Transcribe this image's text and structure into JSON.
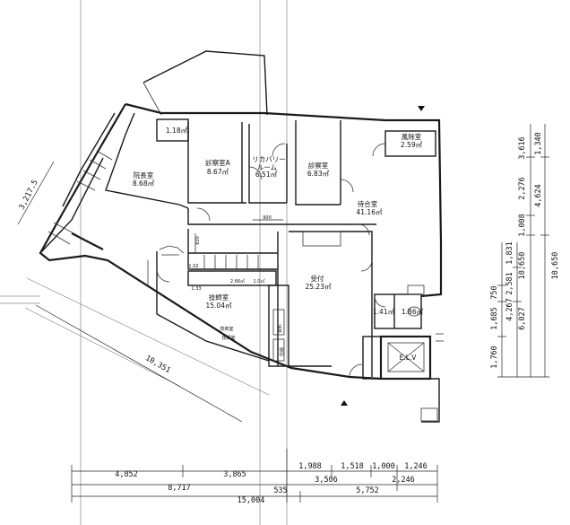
{
  "rooms": {
    "small_room": {
      "area": "1.18㎡"
    },
    "director": {
      "name": "院長室",
      "area": "8.68㎡"
    },
    "exam_a": {
      "name": "診察室A",
      "area": "8.67㎡"
    },
    "recovery": {
      "name_line1": "リカバリー",
      "name_line2": "ルーム",
      "area": "6.51㎡"
    },
    "exam_b": {
      "name": "診察室",
      "area": "6.83㎡"
    },
    "storage": {
      "name": "風除室",
      "area": "2.59㎡"
    },
    "waiting": {
      "name": "待合室",
      "area": "41.16㎡"
    },
    "reception": {
      "name": "受付",
      "area": "25.23㎡"
    },
    "staff": {
      "name": "技師室",
      "area": "15.04㎡"
    },
    "toilet": {
      "area": "1.41㎡"
    },
    "washroom": {
      "area": "1.86㎡"
    },
    "elevator": {
      "name": "E.L.V"
    }
  },
  "interior_labels": {
    "width_900": "900",
    "height_830": "830",
    "closet_area": "1.02",
    "area_25": "2.66㎡",
    "area_01": "1.0㎡",
    "label_a": "1.33",
    "label_b": "技術室",
    "label_c": "技師室",
    "vertical_1": "資料",
    "vertical_2": "収納"
  },
  "dimensions": {
    "diagonal_left": "3,217.5",
    "diagonal_bottom": "10,351",
    "bottom_row1": [
      "4,852",
      "3,865",
      "1,988",
      "1,518",
      "1,000",
      "1,246"
    ],
    "bottom_row2": [
      "8,717",
      "3,506",
      "2,246"
    ],
    "bottom_row3": [
      "15,004",
      "535",
      "5,752"
    ],
    "right_col1": [
      "750",
      "1,685",
      "1,760"
    ],
    "right_col2": [
      "1,831",
      "2,581",
      "4,267"
    ],
    "right_col3": [
      "2,276",
      "3,616",
      "1,008",
      "10,650",
      "6,027"
    ],
    "right_col4": [
      "1,340",
      "4,624",
      "10,650"
    ]
  }
}
